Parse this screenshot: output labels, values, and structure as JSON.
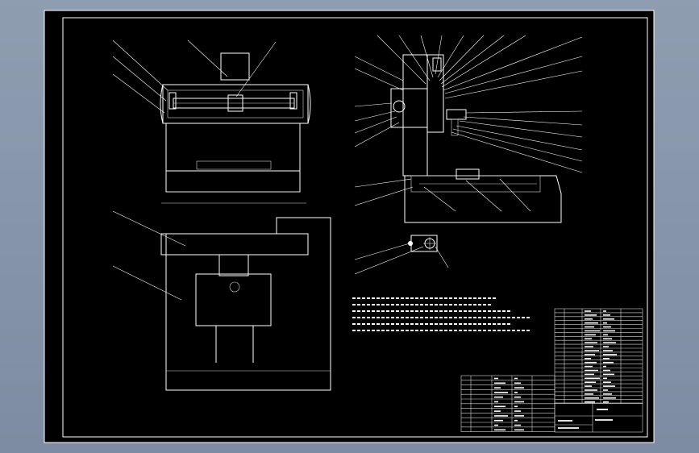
{
  "drawing": {
    "type": "CAD assembly drawing",
    "background": "#000000",
    "line_color": "#ffffff",
    "viewport_color": "#8a98ad",
    "views": [
      "front-view",
      "top-view",
      "side-section-view",
      "detail-view"
    ],
    "tech_notes_lines": 6,
    "bom_rows_upper": 24,
    "bom_rows_lower": 12
  }
}
